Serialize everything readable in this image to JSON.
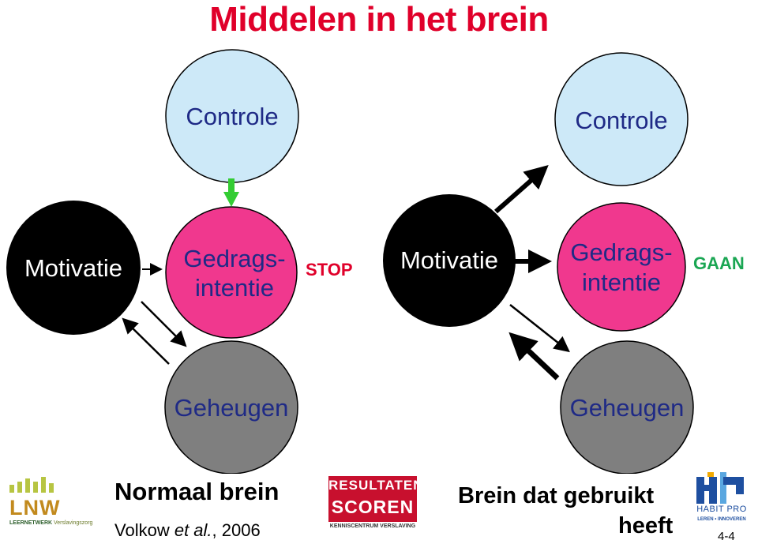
{
  "title": "Middelen in het brein",
  "left_diagram": {
    "control": "Controle",
    "motivation": "Motivatie",
    "intention_line1": "Gedrags-",
    "intention_line2": "intentie",
    "memory": "Geheugen",
    "outcome": "STOP",
    "caption": "Normaal brein",
    "citation_author": "Volkow ",
    "citation_etal": "et al.",
    "citation_year": ", 2006"
  },
  "right_diagram": {
    "control": "Controle",
    "motivation": "Motivatie",
    "intention_line1": "Gedrags-",
    "intention_line2": "intentie",
    "memory": "Geheugen",
    "outcome": "GAAN",
    "caption_line1": "Brein dat gebruikt",
    "caption_line2": "heeft"
  },
  "logos": {
    "lnw": {
      "text": "LNW",
      "sub_strong": "LEERNETWERK",
      "sub": " Verslavingszorg"
    },
    "resultaten_scoren": {
      "line1": "RESULTATEN",
      "line2": "SCOREN",
      "sub": "KENNISCENTRUM VERSLAVING"
    },
    "habit_pro": {
      "text": "HABIT PRO",
      "sub": "LEREN • INNOVEREN"
    }
  },
  "page_number": "4-4",
  "colors": {
    "title": "#e0002a",
    "control_fill": "#cde9f8",
    "motivation_fill": "#000000",
    "intention_fill": "#f0388e",
    "memory_fill": "#7f7f7f",
    "text_blue": "#1f2a86",
    "stop": "#e0002a",
    "gaan": "#1aa653",
    "green_arrow": "#33cc33"
  }
}
